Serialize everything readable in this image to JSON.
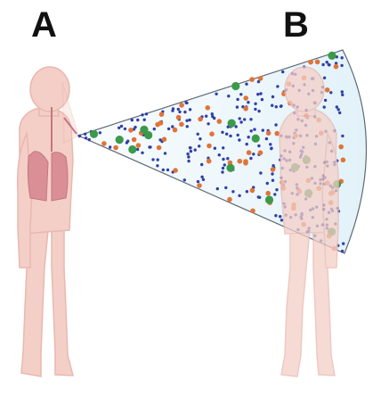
{
  "labels": {
    "person_a": "A",
    "person_b": "B"
  },
  "particles": {
    "seed": 7,
    "counts": {
      "blue": 300,
      "orange": 70,
      "green": 16
    },
    "colors": {
      "blue": "#2f3fa8",
      "orange": "#e0743a",
      "green": "#3a9a4a"
    }
  },
  "colors": {
    "skin_fill": "#f4cfc8",
    "skin_stroke": "#e8b8ae",
    "lungs": "#d98f95",
    "cone_fill": "#eaf6fb",
    "cone_edge": "#606a74"
  }
}
